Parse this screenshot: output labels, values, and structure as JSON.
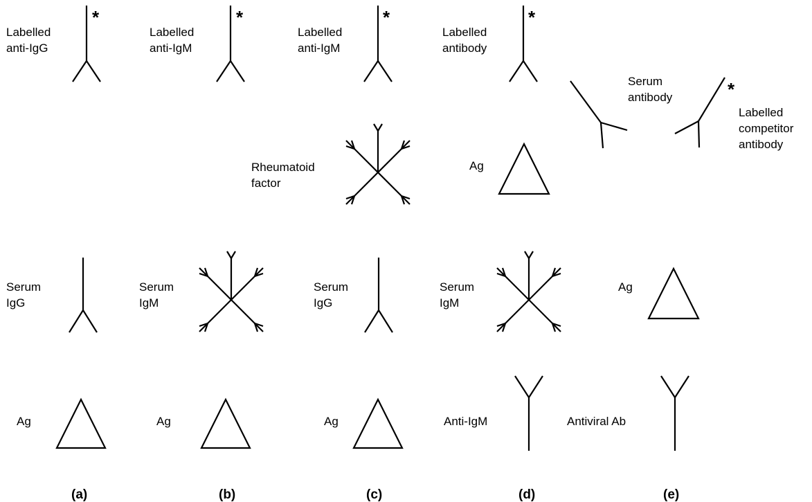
{
  "panels": {
    "a": {
      "caption": "(a)",
      "top_label": [
        "Labelled",
        "anti-IgG"
      ],
      "middle_label": [
        "Serum",
        "IgG"
      ],
      "bottom_label": "Ag"
    },
    "b": {
      "caption": "(b)",
      "top_label": [
        "Labelled",
        "anti-IgM"
      ],
      "middle_label": [
        "Serum",
        "IgM"
      ],
      "bottom_label": "Ag"
    },
    "c": {
      "caption": "(c)",
      "top_label": [
        "Labelled",
        "anti-IgM"
      ],
      "rf_label": [
        "Rheumatoid",
        "factor"
      ],
      "middle_label": [
        "Serum",
        "IgG"
      ],
      "bottom_label": "Ag"
    },
    "d": {
      "caption": "(d)",
      "top_label": [
        "Labelled",
        "antibody"
      ],
      "ag_label": "Ag",
      "middle_label": [
        "Serum",
        "IgM"
      ],
      "bottom_label": "Anti-IgM"
    },
    "e": {
      "caption": "(e)",
      "serum_label": [
        "Serum",
        "antibody"
      ],
      "competitor_label": [
        "Labelled",
        "competitor",
        "antibody"
      ],
      "ag_label": "Ag",
      "bottom_label": "Antiviral Ab"
    }
  },
  "label_marker": "*"
}
